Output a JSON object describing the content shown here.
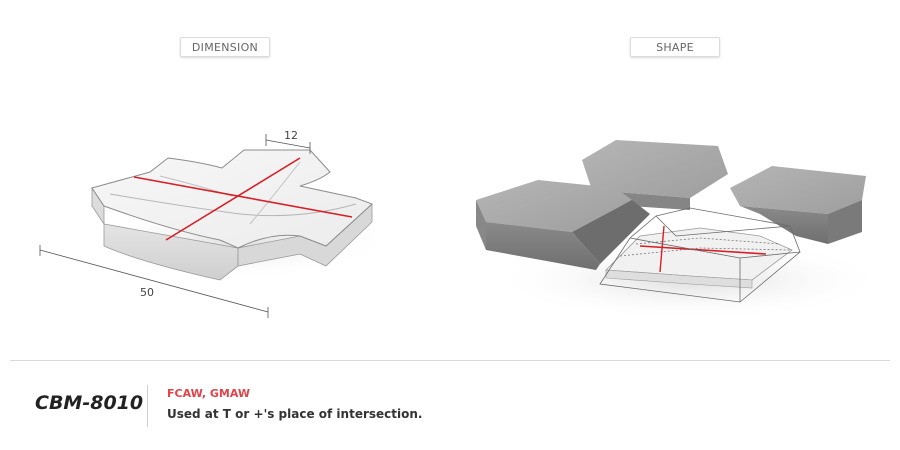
{
  "panels": {
    "dimension_label": "DIMENSION",
    "shape_label": "SHAPE"
  },
  "dimensions": {
    "width": "12",
    "length": "50"
  },
  "product": {
    "model": "CBM-8010",
    "process": "FCAW, GMAW",
    "description": "Used at T or +'s place of intersection."
  },
  "colors": {
    "weld_line": "#d71f26",
    "process_text": "#e0444b",
    "block_top": "#a9a9a9",
    "block_side": "#7d7d7d"
  }
}
